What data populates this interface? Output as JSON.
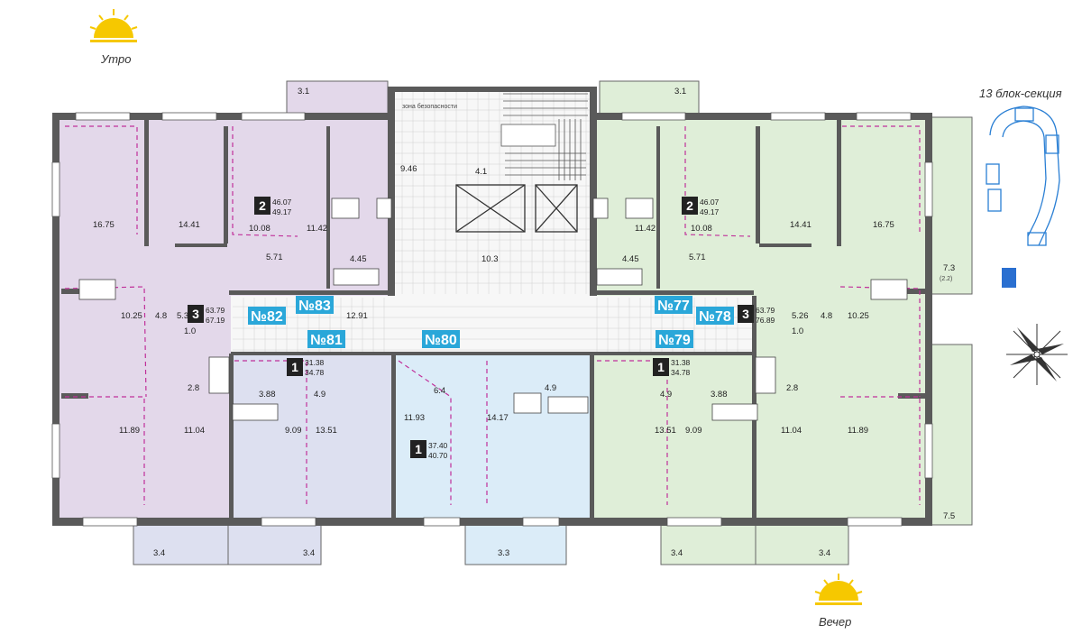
{
  "labels": {
    "morning": "Утро",
    "evening": "Вечер",
    "section": "13 блок-секция",
    "safety_zone": "зона безопасности"
  },
  "colors": {
    "purple": "#e3d8ea",
    "lavender": "#dde0f0",
    "blue": "#dbecf8",
    "green": "#dfeed8",
    "hall": "#f7f7f7",
    "accent": "#2aa7d9",
    "sun": "#f6c800"
  },
  "apartments": [
    {
      "no": "№83",
      "rooms": "",
      "area1": "",
      "area2": ""
    },
    {
      "no": "№82",
      "rooms": "3",
      "area1": "63.79",
      "area2": "67.19"
    },
    {
      "no": "№81",
      "rooms": "1",
      "area1": "31.38",
      "area2": "34.78"
    },
    {
      "no": "№80",
      "rooms": "1",
      "area1": "37.40",
      "area2": "40.70"
    },
    {
      "no": "№79",
      "rooms": "1",
      "area1": "31.38",
      "area2": "34.78"
    },
    {
      "no": "№78",
      "rooms": "3",
      "area1": "63.79",
      "area2": "76.89"
    },
    {
      "no": "№77",
      "rooms": "2",
      "area1": "46.07",
      "area2": "49.17"
    },
    {
      "no": "",
      "rooms": "2",
      "area1": "46.07",
      "area2": "49.17"
    }
  ],
  "room_areas": [
    "3.1",
    "3.1",
    "16.75",
    "14.41",
    "10.08",
    "11.42",
    "5.71",
    "4.45",
    "9.46",
    "4.1",
    "10.3",
    "10.25",
    "4.8",
    "5.3",
    "1.0",
    "12.91",
    "2.8",
    "3.88",
    "4.9",
    "6.4",
    "4.9",
    "11.89",
    "11.04",
    "9.09",
    "13.51",
    "11.93",
    "14.17",
    "3.4",
    "3.4",
    "3.3",
    "3.4",
    "3.4",
    "11.42",
    "10.08",
    "4.45",
    "5.71",
    "14.41",
    "16.75",
    "7.3",
    "(2.2)",
    "10.25",
    "4.8",
    "5.26",
    "1.0",
    "4.9",
    "3.88",
    "2.8",
    "13.51",
    "9.09",
    "11.04",
    "11.89",
    "7.5"
  ]
}
